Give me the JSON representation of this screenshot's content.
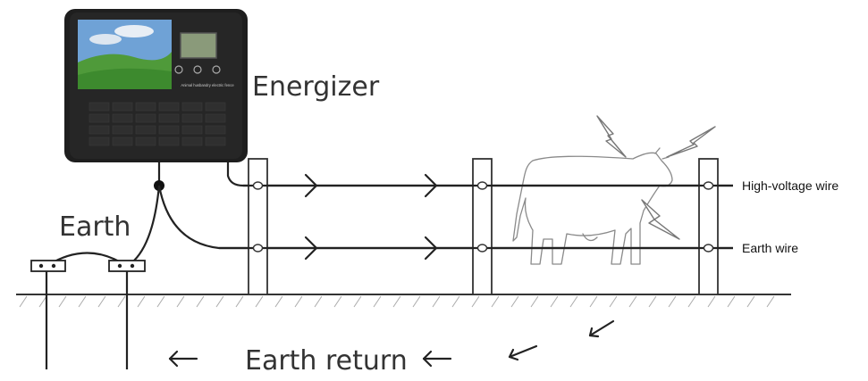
{
  "labels": {
    "energizer": "Energizer",
    "earth": "Earth",
    "high_voltage_wire": "High-voltage wire",
    "earth_wire": "Earth wire",
    "earth_return": "Earth return"
  },
  "device": {
    "panel_text": "Animal husbandry electric fence"
  },
  "colors": {
    "device_body": "#1e1e1e",
    "lcd": "#8a9a7a",
    "line": "#222222"
  }
}
